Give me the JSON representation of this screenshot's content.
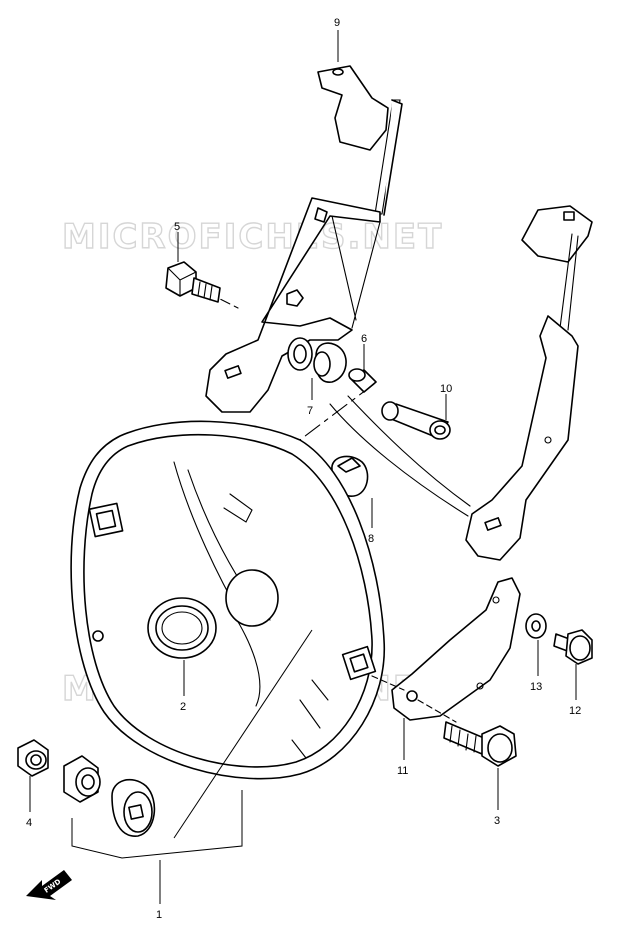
{
  "watermark": {
    "text": "MICROFICHES.NET"
  },
  "fwd_badge": {
    "label": "FWD"
  },
  "callouts": {
    "c1": "1",
    "c2": "2",
    "c3": "3",
    "c4": "4",
    "c5": "5",
    "c6": "6",
    "c7": "7",
    "c8": "8",
    "c9": "9",
    "c10": "10",
    "c11": "11",
    "c12": "12",
    "c13": "13"
  }
}
